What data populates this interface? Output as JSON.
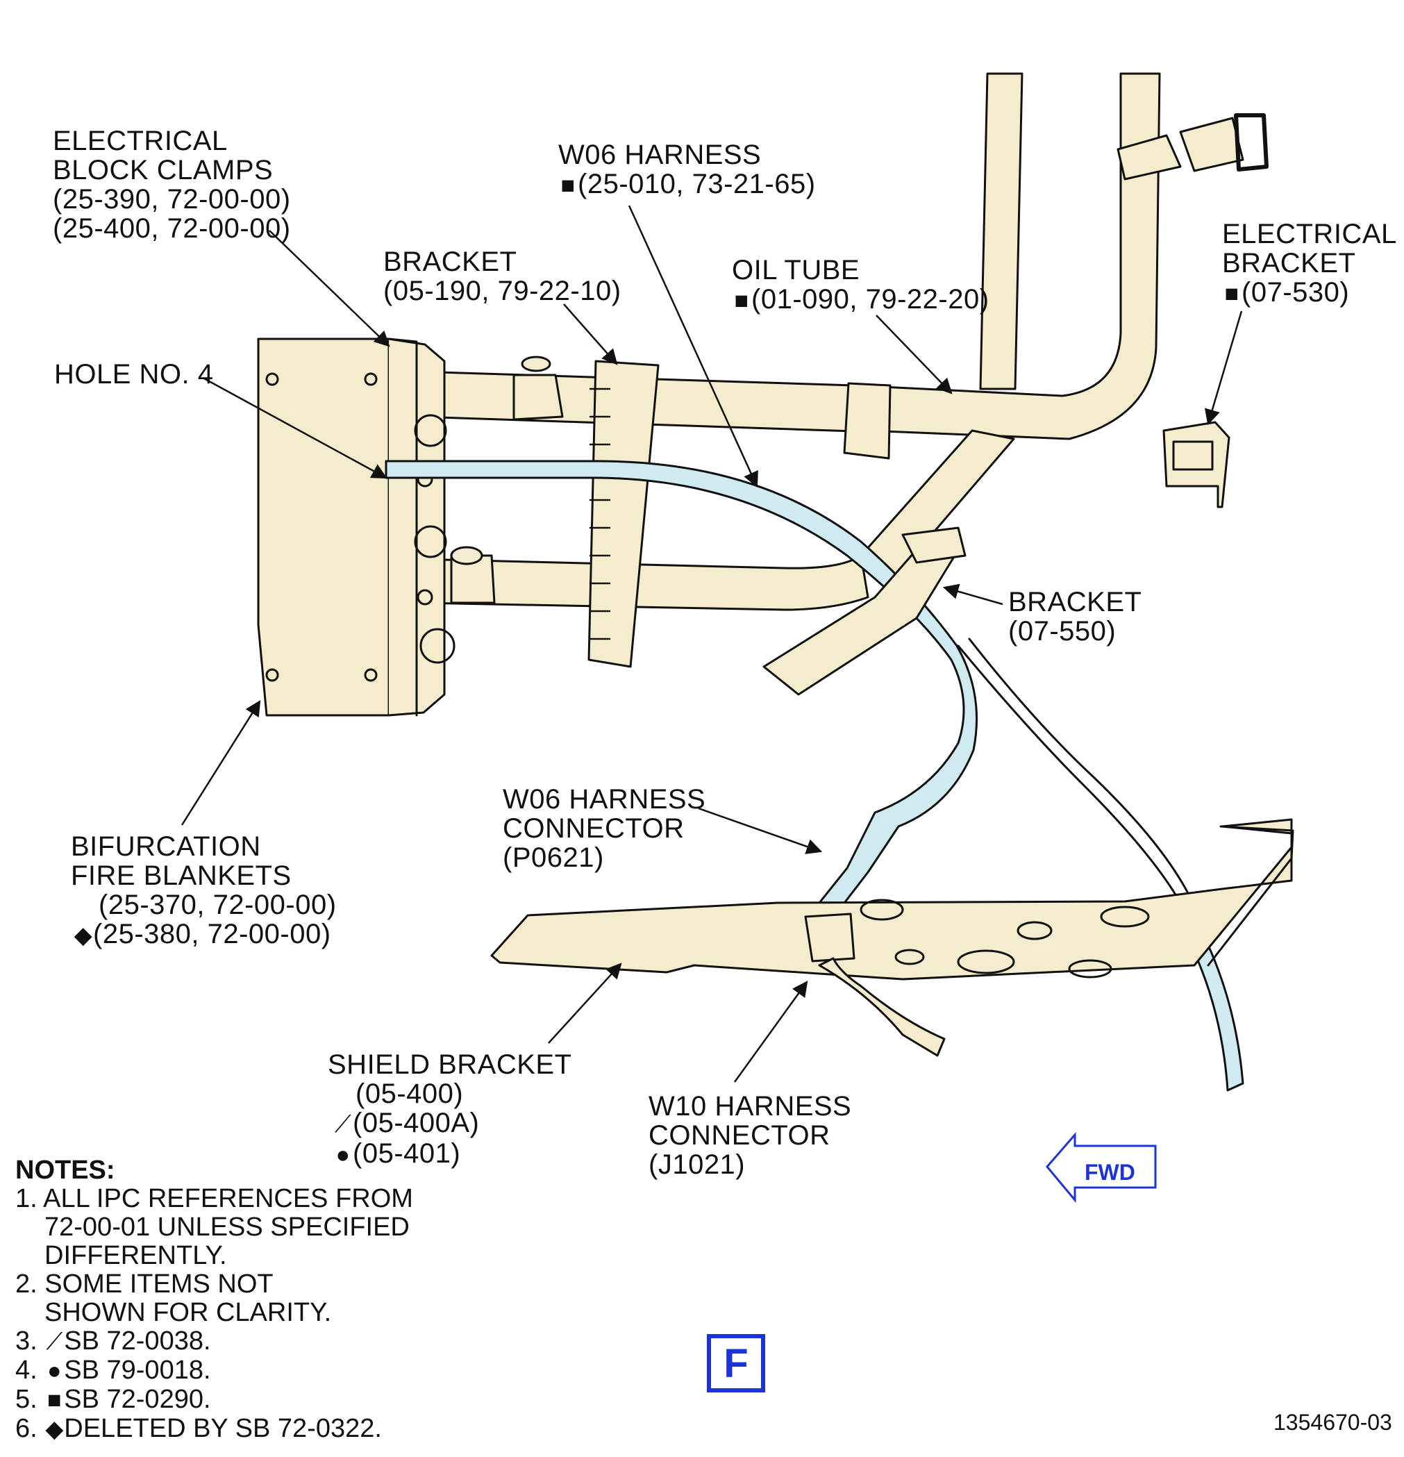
{
  "callouts": {
    "block_clamps": {
      "l1": "ELECTRICAL",
      "l2": "BLOCK CLAMPS",
      "l3": "(25-390, 72-00-00)",
      "l4": "(25-400, 72-00-00)"
    },
    "w06_harness": {
      "l1": "W06 HARNESS",
      "l2": "(25-010, 73-21-65)",
      "sym": "■"
    },
    "bracket_05190": {
      "l1": "BRACKET",
      "l2": "(05-190, 79-22-10)"
    },
    "oil_tube": {
      "l1": "OIL TUBE",
      "l2": "(01-090, 79-22-20)",
      "sym": "■"
    },
    "elec_bracket": {
      "l1": "ELECTRICAL",
      "l2": "BRACKET",
      "l3": "(07-530)",
      "sym": "■"
    },
    "hole_no4": {
      "l1": "HOLE NO. 4"
    },
    "bracket_07550": {
      "l1": "BRACKET",
      "l2": "(07-550)"
    },
    "w06_connector": {
      "l1": "W06 HARNESS",
      "l2": "CONNECTOR",
      "l3": "(P0621)"
    },
    "fire_blankets": {
      "l1": "BIFURCATION",
      "l2": "FIRE BLANKETS",
      "l3": "(25-370, 72-00-00)",
      "l4": "(25-380, 72-00-00)",
      "sym": "◆"
    },
    "shield_bracket": {
      "l1": "SHIELD BRACKET",
      "l2": "(05-400)",
      "l3": "(05-400A)",
      "l4": "(05-401)",
      "sym3": "⟋",
      "sym4": "●"
    },
    "w10_connector": {
      "l1": "W10 HARNESS",
      "l2": "CONNECTOR",
      "l3": "(J1021)"
    }
  },
  "notes": {
    "title": "NOTES:",
    "n1a": "1. ALL IPC REFERENCES FROM",
    "n1b": "72-00-01 UNLESS SPECIFIED",
    "n1c": "DIFFERENTLY.",
    "n2a": "2. SOME ITEMS NOT",
    "n2b": "SHOWN FOR CLARITY.",
    "n3": "SB 72-0038.",
    "n3_prefix": "3.",
    "n3_sym": "⟋",
    "n4": "SB 79-0018.",
    "n4_prefix": "4.",
    "n4_sym": "●",
    "n5": "SB 72-0290.",
    "n5_prefix": "5.",
    "n5_sym": "■",
    "n6": "DELETED BY SB 72-0322.",
    "n6_prefix": "6.",
    "n6_sym": "◆"
  },
  "fwd": "FWD",
  "view": "F",
  "figure_number": "1354670-03",
  "colors": {
    "part_fill": "#f4eccc",
    "harness_fill": "#cfeaf0",
    "accent": "#1c34d6",
    "outline": "#111111"
  }
}
